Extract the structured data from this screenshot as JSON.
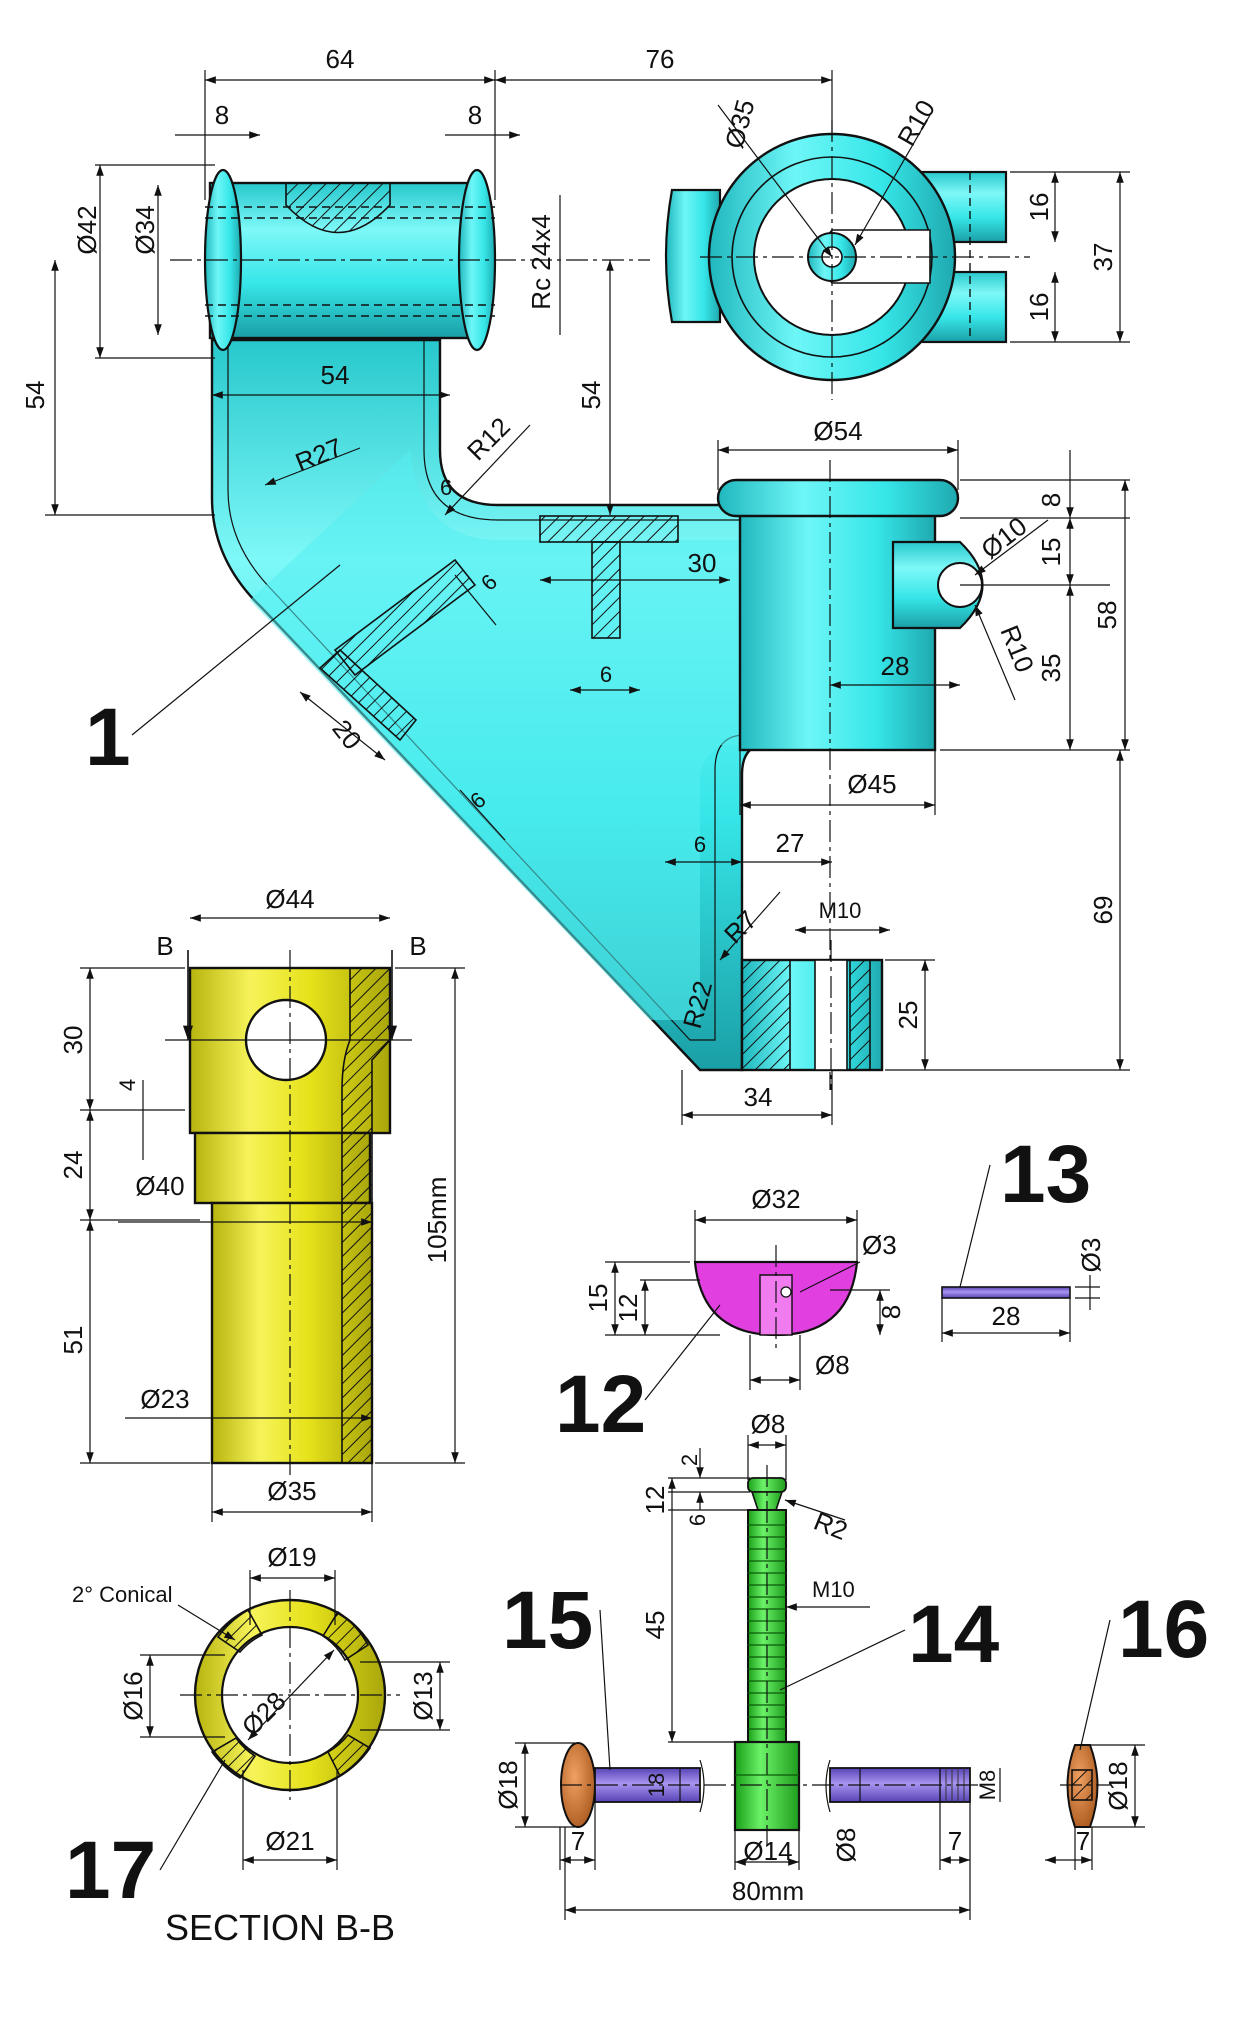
{
  "dims": {
    "d64": "64",
    "d76": "76",
    "d8a": "8",
    "d8b": "8",
    "d42": "Ø42",
    "d34": "Ø34",
    "d54left": "54",
    "d54mid": "54",
    "d54vert": "54",
    "r27": "R27",
    "r12": "R12",
    "s6a": "6",
    "rc": "Rc 24x4",
    "s6b": "6",
    "d30": "30",
    "d6c": "6",
    "d20": "20",
    "s6d": "6",
    "d35": "Ø35",
    "r10a": "R10",
    "d16a": "16",
    "d16b": "16",
    "d37": "37",
    "d54cap": "Ø54",
    "d8c": "8",
    "d15": "15",
    "d10": "Ø10",
    "d58": "58",
    "d35v": "35",
    "r10b": "R10",
    "d28": "28",
    "d45": "Ø45",
    "d6e": "6",
    "d27": "27",
    "r7": "R7",
    "m10a": "M10",
    "d69": "69",
    "d25": "25",
    "r22": "R22",
    "d34b": "34"
  },
  "part17": {
    "b1": "B",
    "b2": "B",
    "d44": "Ø44",
    "d30": "30",
    "d4": "4",
    "d24": "24",
    "d40": "Ø40",
    "d105": "105mm",
    "d51": "51",
    "d23": "Ø23",
    "d35": "Ø35",
    "conical": "2° Conical",
    "d19": "Ø19",
    "d16": "Ø16",
    "d28": "Ø28",
    "d13": "Ø13",
    "d21": "Ø21",
    "section": "SECTION B-B"
  },
  "part12": {
    "d32": "Ø32",
    "d3": "Ø3",
    "d15": "15",
    "d12": "12",
    "d8": "8",
    "dd8": "Ø8"
  },
  "part13": {
    "d3": "Ø3",
    "d28": "28"
  },
  "part14": {
    "d2": "2",
    "d8": "Ø8",
    "d12": "12",
    "d6": "6",
    "r2": "R2",
    "m10": "M10",
    "d45": "45",
    "d14": "Ø14"
  },
  "part15": {
    "d18a": "Ø18",
    "d18b": "18",
    "d7": "7",
    "d8": "Ø8",
    "m8": "M8",
    "d7b": "7",
    "d80": "80mm"
  },
  "part16": {
    "d18": "Ø18",
    "d7": "7"
  },
  "labels": {
    "p1": "1",
    "p12": "12",
    "p13": "13",
    "p14": "14",
    "p15": "15",
    "p16": "16",
    "p17": "17"
  },
  "colors": {
    "cyan": "#36e6e8",
    "cyan_dark": "#1fb7bd",
    "yellow": "#e6e21a",
    "yellow_dark": "#b7b40e",
    "magenta": "#e23fe0",
    "purple": "#7b62d8",
    "green": "#2fd62c",
    "orange": "#c7702e"
  }
}
